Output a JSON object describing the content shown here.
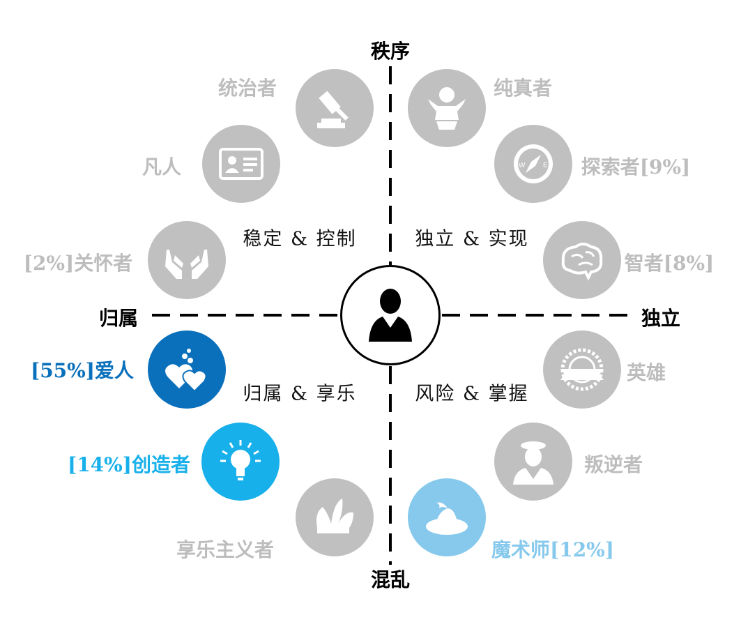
{
  "axes": {
    "top": "秩序",
    "bottom": "混乱",
    "left": "归属",
    "right": "独立"
  },
  "quadrants": {
    "top_left": "稳定 & 控制",
    "top_right": "独立 & 实现",
    "bottom_left": "归属 & 享乐",
    "bottom_right": "风险 & 掌握"
  },
  "colors": {
    "inactive": "#c0c0c0",
    "inactive_text": "#bdbdbd",
    "lover": "#0b70bb",
    "creator": "#18b0ea",
    "magician": "#86c9ec"
  },
  "archetypes": {
    "ruler": {
      "name": "统治者",
      "pct": "",
      "icon": "gavel-icon"
    },
    "innocent": {
      "name": "纯真者",
      "pct": "",
      "icon": "baby-icon"
    },
    "everyman": {
      "name": "凡人",
      "pct": "",
      "icon": "id-card-icon"
    },
    "explorer": {
      "name": "探索者",
      "pct": "[9%]",
      "icon": "compass-icon"
    },
    "caregiver": {
      "name": "关怀者",
      "pct": "[2%]",
      "icon": "caring-hands-icon"
    },
    "sage": {
      "name": "智者",
      "pct": "[8%]",
      "icon": "brain-icon"
    },
    "lover": {
      "name": "爱人",
      "pct": "[55%]",
      "icon": "hearts-icon"
    },
    "hero": {
      "name": "英雄",
      "pct": "",
      "icon": "badge-icon"
    },
    "creator": {
      "name": "创造者",
      "pct": "[14%]",
      "icon": "lightbulb-icon"
    },
    "rebel": {
      "name": "叛逆者",
      "pct": "",
      "icon": "rebel-face-icon"
    },
    "jester": {
      "name": "享乐主义者",
      "pct": "",
      "icon": "jester-hat-icon"
    },
    "magician": {
      "name": "魔术师",
      "pct": "[12%]",
      "icon": "wizard-hat-icon"
    }
  }
}
